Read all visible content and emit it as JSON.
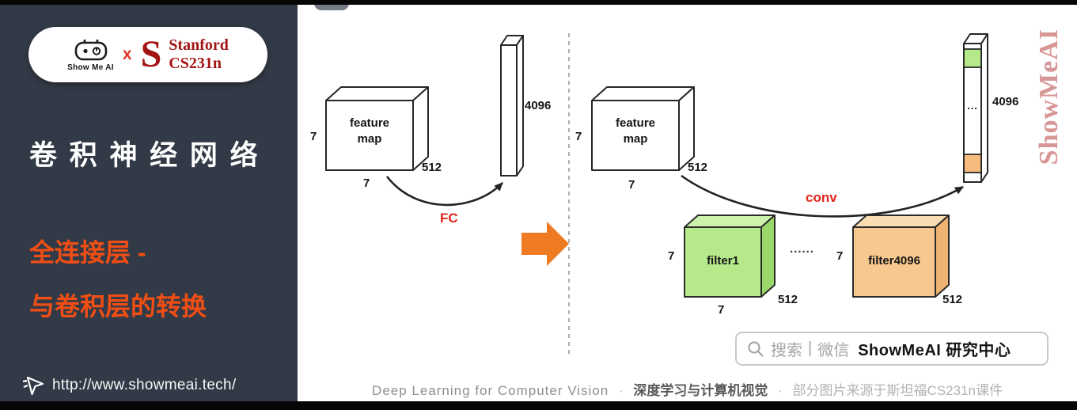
{
  "colors": {
    "sidebar_bg": "#333a47",
    "accent_orange": "#f04e14",
    "label_red": "#e0251c",
    "arrow_orange": "#ee7a22",
    "stanford_red": "#a31515",
    "watermark_color": "#d28585",
    "filter1_face": "#b5e98a",
    "filter1_top": "#cdf2ab",
    "filter1_side": "#9ad86b",
    "filter4096_face": "#f8c98e",
    "filter4096_top": "#fadcb2",
    "filter4096_side": "#eeb271",
    "bar_green": "#b5e98a",
    "bar_orange": "#f6bc7e"
  },
  "sidebar": {
    "logo": {
      "brand": "Show Me AI",
      "times": "x",
      "stanford_s": "S",
      "stanford_line1": "Stanford",
      "stanford_line2": "CS231n"
    },
    "title": "卷 积 神 经 网 络",
    "subtitle_line1": "全连接层 -",
    "subtitle_line2": "与卷积层的转换",
    "url": "http://www.showmeai.tech/"
  },
  "left_diagram": {
    "cube_label": "feature map",
    "dim_side": "7",
    "dim_bottom": "7",
    "dim_depth": "512",
    "bar_value": "4096",
    "arrow_label": "FC"
  },
  "right_diagram": {
    "cube_label": "feature map",
    "dim_side": "7",
    "dim_bottom": "7",
    "dim_depth": "512",
    "bar_value": "4096",
    "bar_dots": "...",
    "arrow_label": "conv",
    "filter1": {
      "label": "filter1",
      "dim_side": "7",
      "dim_bottom": "7",
      "dim_depth": "512"
    },
    "between_dots": "......",
    "filter4096": {
      "label": "filter4096",
      "dim_side": "7",
      "dim_depth": "512"
    }
  },
  "search_box": {
    "keyword": "搜索",
    "divider": "|",
    "channel": "微信",
    "brand": "ShowMeAI 研究中心"
  },
  "footer": {
    "en": "Deep Learning for Computer Vision",
    "sep1": "·",
    "zh": "深度学习与计算机视觉",
    "sep2": "·",
    "credit": "部分图片来源于斯坦福CS231n课件"
  },
  "watermark": {
    "text": "ShowMeAI"
  }
}
